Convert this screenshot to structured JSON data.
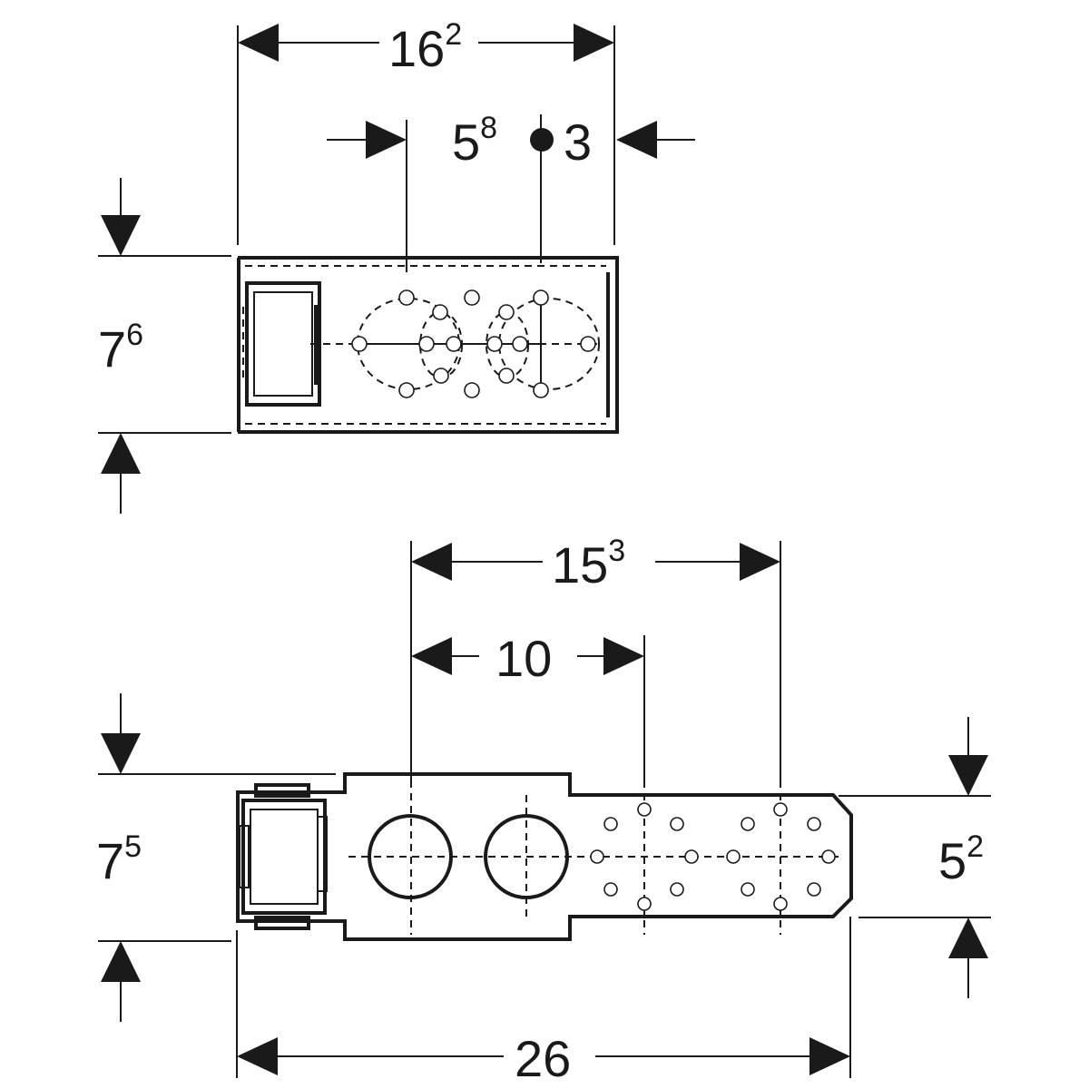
{
  "dimensions": {
    "top_width": {
      "base": "16",
      "sup": "2"
    },
    "top_offset_left": {
      "base": "5",
      "sup": "8"
    },
    "top_offset_right": {
      "base": "",
      "sup": "",
      "text": "3"
    },
    "top_height": {
      "base": "7",
      "sup": "6"
    },
    "bottom_span_outer": {
      "base": "15",
      "sup": "3"
    },
    "bottom_span_inner": {
      "base": "10",
      "sup": ""
    },
    "bottom_height_left": {
      "base": "7",
      "sup": "5"
    },
    "bottom_height_right": {
      "base": "5",
      "sup": "2"
    },
    "bottom_total_width": {
      "base": "26",
      "sup": ""
    }
  },
  "colors": {
    "line": "#1a1a1a",
    "background": "#ffffff"
  }
}
